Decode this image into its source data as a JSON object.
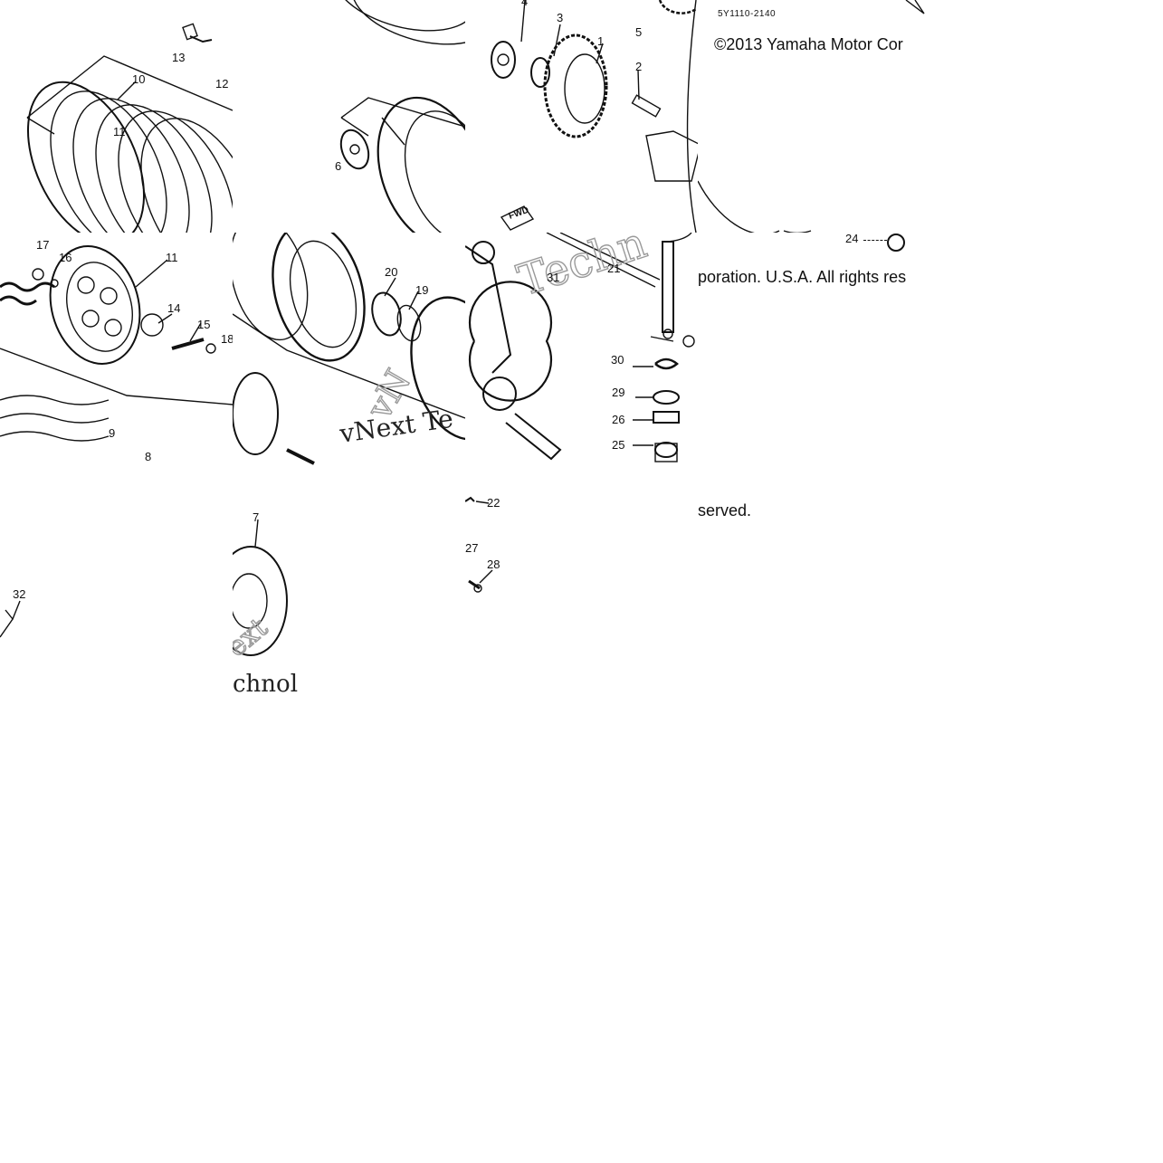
{
  "title_block": {
    "part_code": "5Y1110-2140",
    "copyright_line1": "©2013 Yamaha Motor Cor",
    "copyright_line2": "poration. U.S.A. All rights res",
    "copyright_line3": "served."
  },
  "watermark": {
    "line1": "vNext Te",
    "line2": "chnol",
    "fragment_a": "Techn",
    "fragment_b": "vN",
    "fragment_c": "ext"
  },
  "arrow_label": "FWD",
  "callouts": {
    "c1": "1",
    "c2": "2",
    "c3": "3",
    "c4": "4",
    "c5": "5",
    "c6": "6",
    "c7": "7",
    "c8": "8",
    "c9": "9",
    "c10": "10",
    "c11a": "11",
    "c11b": "11",
    "c12": "12",
    "c13": "13",
    "c14": "14",
    "c15": "15",
    "c16": "16",
    "c17": "17",
    "c18": "18",
    "c19": "19",
    "c20": "20",
    "c21": "21",
    "c22": "22",
    "c24": "24",
    "c25": "25",
    "c26": "26",
    "c27": "27",
    "c28": "28",
    "c29": "29",
    "c30": "30",
    "c31": "31",
    "c32": "32"
  }
}
